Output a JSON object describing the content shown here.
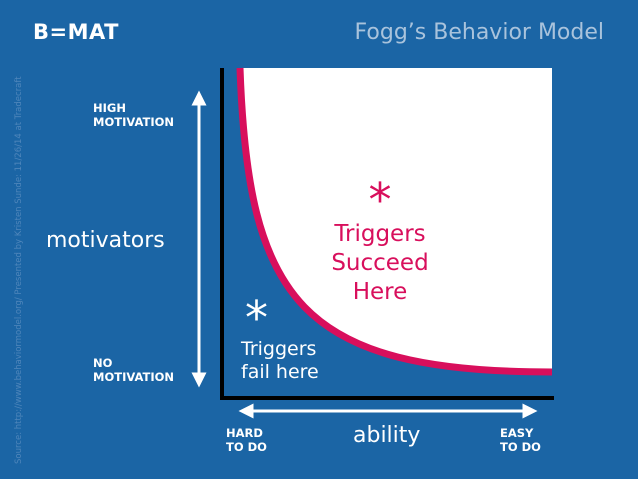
{
  "header": {
    "brand": "B=MAT",
    "title": "Fogg’s Behavior Model"
  },
  "source": "Source: http://www.behaviormodel.org/     Presented by Kristen Sunde: 11/26/14 at Tradecraft",
  "y_axis": {
    "top": "HIGH\nMOTIVATION",
    "bottom": "NO\nMOTIVATION",
    "label": "motivators"
  },
  "x_axis": {
    "left": "HARD\nTO DO",
    "right": "EASY\nTO DO",
    "label": "ability"
  },
  "regions": {
    "succeed_star": "*",
    "succeed": "Triggers\nSucceed\nHere",
    "fail_star": "*",
    "fail": "Triggers\nfail here"
  },
  "colors": {
    "background": "#1b65a5",
    "curve": "#d80f5c",
    "success_area": "#ffffff"
  }
}
